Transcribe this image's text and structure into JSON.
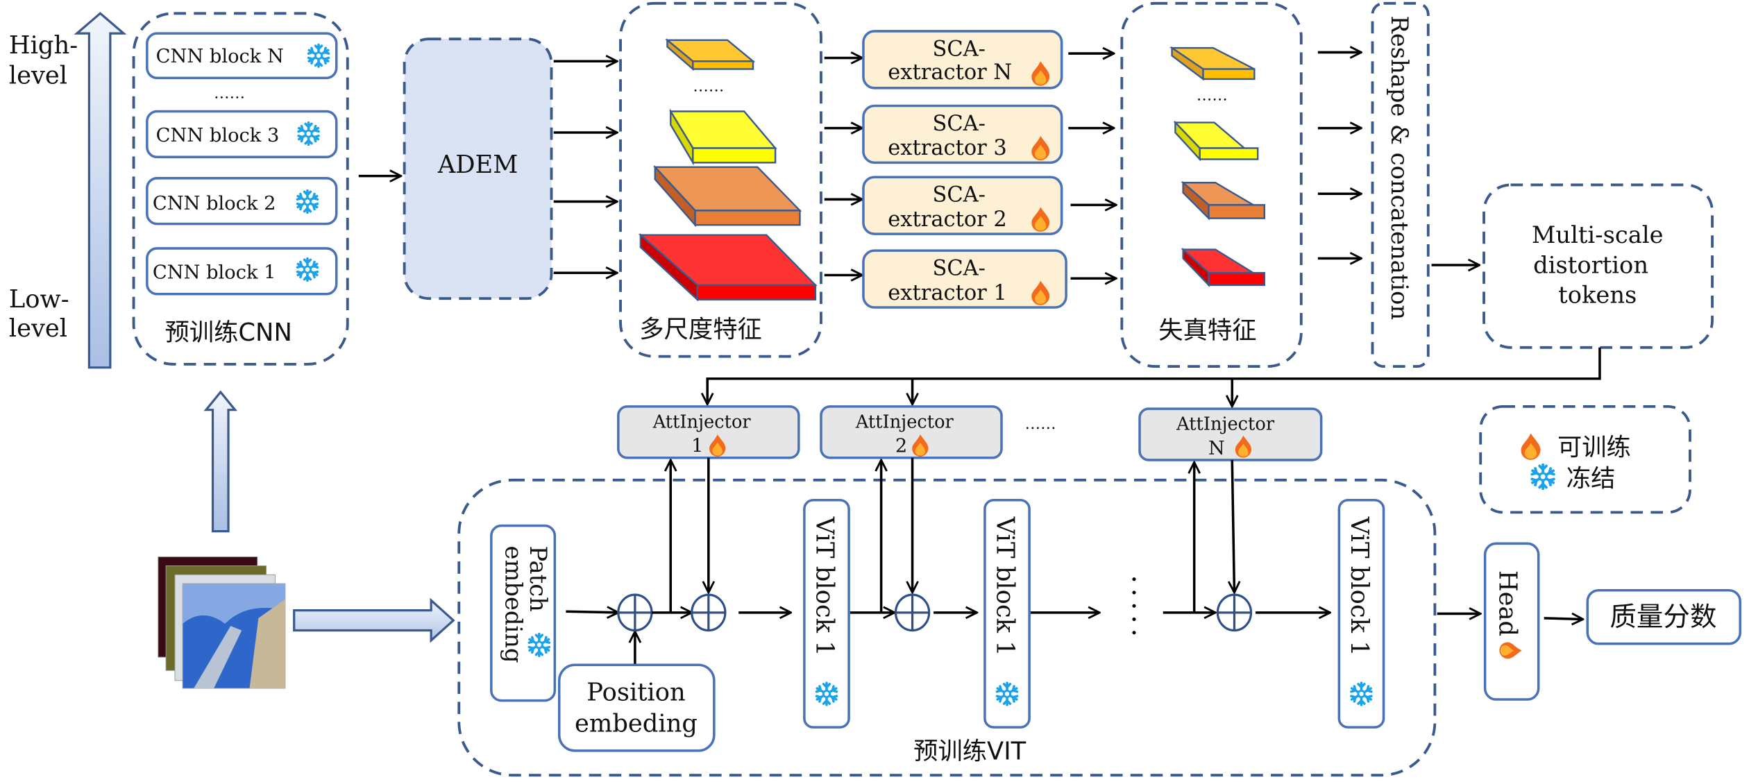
{
  "level_axis": {
    "high_label_line1": "High-",
    "high_label_line2": "level",
    "low_label_line1": "Low-",
    "low_label_line2": "level"
  },
  "cnn_group": {
    "title": "预训练CNN",
    "blocks": [
      {
        "label": "CNN block N",
        "state": "frozen"
      },
      {
        "label": "CNN block 3",
        "state": "frozen"
      },
      {
        "label": "CNN block 2",
        "state": "frozen"
      },
      {
        "label": "CNN block 1",
        "state": "frozen"
      }
    ],
    "ellipsis": "……"
  },
  "adem": {
    "label": "ADEM"
  },
  "multiscale_group": {
    "title": "多尺度特征",
    "ellipsis": "……",
    "feature_colors": [
      "#ffc832",
      "#ffff33",
      "#ee9655",
      "#ff3333"
    ]
  },
  "sca_extractors": [
    {
      "line1": "SCA-",
      "line2": "extractor N",
      "state": "trainable"
    },
    {
      "line1": "SCA-",
      "line2": "extractor 3",
      "state": "trainable"
    },
    {
      "line1": "SCA-",
      "line2": "extractor 2",
      "state": "trainable"
    },
    {
      "line1": "SCA-",
      "line2": "extractor 1",
      "state": "trainable"
    }
  ],
  "distortion_group": {
    "title": "失真特征",
    "ellipsis": "……",
    "feature_colors": [
      "#ffc832",
      "#ffff33",
      "#ee9655",
      "#ff3333"
    ]
  },
  "reshape": {
    "label": "Reshape & concatenation"
  },
  "tokens": {
    "line1": "Multi-scale",
    "line2": "distortion",
    "line3": "tokens"
  },
  "att_injectors": [
    {
      "line1": "AttInjector",
      "line2": "1",
      "state": "trainable"
    },
    {
      "line1": "AttInjector",
      "line2": "2",
      "state": "trainable"
    },
    {
      "line1": "AttInjector",
      "line2": "N",
      "state": "trainable"
    }
  ],
  "att_ellipsis": "……",
  "legend": {
    "trainable_label": "可训练",
    "frozen_label": "冻结",
    "trainable_icon": "flame-icon",
    "frozen_icon": "snowflake-icon"
  },
  "vit_group": {
    "title": "预训练VIT",
    "patch_embedding": {
      "line1": "Patch",
      "line2": "embeding",
      "state": "frozen"
    },
    "position_embedding": {
      "line1": "Position",
      "line2": "embeding"
    },
    "blocks": [
      {
        "label": "ViT block 1",
        "state": "frozen"
      },
      {
        "label": "ViT block 1",
        "state": "frozen"
      },
      {
        "label": "ViT block 1",
        "state": "frozen"
      }
    ],
    "ellipsis": "……"
  },
  "head": {
    "label": "Head",
    "state": "trainable"
  },
  "output": {
    "label": "质量分数"
  },
  "colors": {
    "dashed_border": "#3a5a8e",
    "box_border": "#4a72b8",
    "adem_fill": "#dae3f3",
    "sca_fill": "#fdf0d5",
    "att_fill": "#e6e6e6",
    "snowflake": "#1aa3e8",
    "flame_outer": "#f26b1d",
    "flame_inner": "#ffb02e"
  }
}
